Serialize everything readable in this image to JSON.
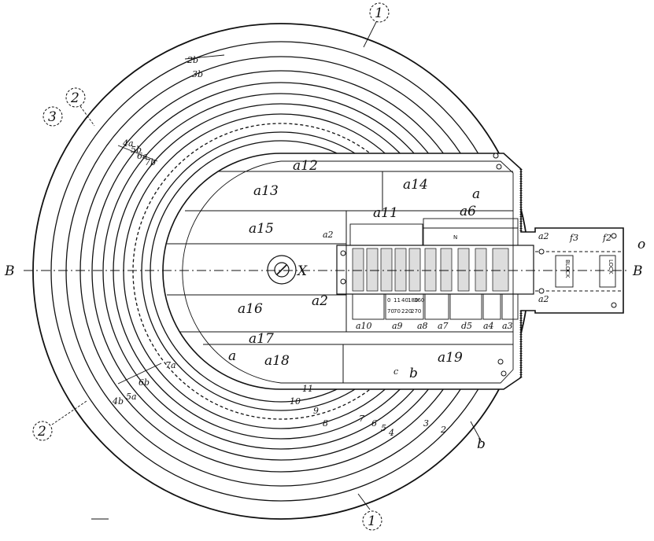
{
  "figure": {
    "callouts": {
      "top": "1",
      "bottom": "1",
      "upper_left_3": "3",
      "upper_left_2": "2",
      "lower_left": "2"
    },
    "section_letters": {
      "left": "B",
      "right": "B"
    },
    "pivot_label": "X",
    "ring_numbers": [
      "11",
      "10",
      "9",
      "8",
      "7",
      "6",
      "5",
      "4",
      "3",
      "2"
    ],
    "edge_ref": "b",
    "outlet_ref": "o",
    "ring_marks": {
      "top_upper": "2b",
      "top_lower": "3b",
      "left": [
        "4a",
        "5b",
        "6a",
        "7b"
      ],
      "lower_left": [
        "7a",
        "6b",
        "5a",
        "4b"
      ]
    },
    "plate_labels": {
      "a12": "a12",
      "a13": "a13",
      "a14": "a14",
      "a_top": "a",
      "a15": "a15",
      "a16": "a16",
      "a11": "a11",
      "a6": "a6",
      "a17": "a17",
      "a18": "a18",
      "a_bottom": "a",
      "a19": "a19",
      "a2_upper_left": "a2",
      "a2_lower_left": "a2",
      "a2_upper_right": "a2",
      "a2_lower_right": "a2"
    },
    "bottom_row_labels": [
      "a10",
      "a9",
      "a8",
      "a7",
      "d5",
      "a4",
      "a3"
    ],
    "c_label": "c",
    "b_label": "b",
    "f_labels": {
      "f3": "f3",
      "f2": "f2"
    },
    "block_text": "BLOCK",
    "lock_text": "LOCK",
    "small_n": "N",
    "digit_rows": {
      "upper": [
        "0",
        "11",
        40,
        180,
        360
      ],
      "lower": [
        "70",
        "70",
        "220",
        "270"
      ]
    }
  }
}
